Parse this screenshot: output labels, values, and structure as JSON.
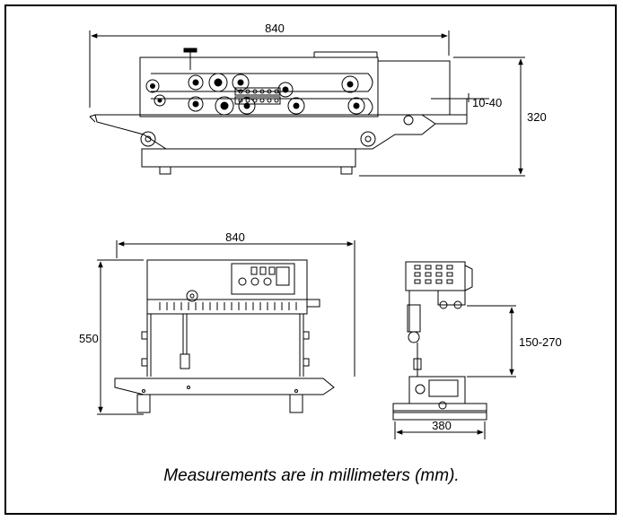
{
  "dimensions": {
    "top_width": "840",
    "top_height": "320",
    "top_range": "10-40",
    "front_width": "840",
    "front_height": "550",
    "side_range": "150-270",
    "side_width": "380"
  },
  "caption": "Measurements are in millimeters (mm)."
}
